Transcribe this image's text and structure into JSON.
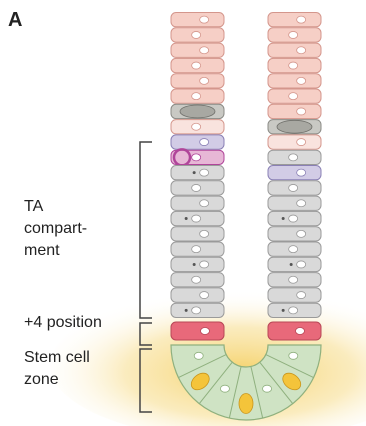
{
  "figure": {
    "panel_letter": "A",
    "labels": {
      "ta": [
        "TA",
        "compart-",
        "ment"
      ],
      "plus4": "+4 position",
      "stem": [
        "Stem cell",
        "zone"
      ]
    }
  },
  "colors": {
    "background": "#ffffff",
    "differentiated_cell": "#f6cfc6",
    "differentiated_outline": "#d4968c",
    "ta_cell": "#d9d9d9",
    "ta_outline": "#9a9a9a",
    "plus4_cell": "#e8697a",
    "stem_cell": "#cfe3c4",
    "stem_outline": "#8fb07e",
    "paneth_cell": "#f4c43a",
    "niche_glow": "#f7dc8a",
    "bracket": "#444444",
    "text": "#222222"
  }
}
